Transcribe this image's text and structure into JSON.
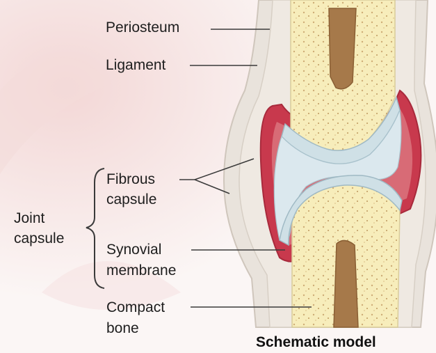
{
  "labels": {
    "periosteum": "Periosteum",
    "ligament": "Ligament",
    "fibrous_1": "Fibrous",
    "fibrous_2": "capsule",
    "joint_1": "Joint",
    "joint_2": "capsule",
    "synovial_1": "Synovial",
    "synovial_2": "membrane",
    "compact_1": "Compact",
    "compact_2": "bone"
  },
  "caption": "Schematic model",
  "colors": {
    "background": "#fbf6f5",
    "bone": "#f7edbb",
    "marrow": "#a6794a",
    "cartilage": "#cfe0e6",
    "synovial_membrane": "#c8394d",
    "fibrous_capsule": "#e7e0d7",
    "leader_line": "#3a3a3a"
  }
}
